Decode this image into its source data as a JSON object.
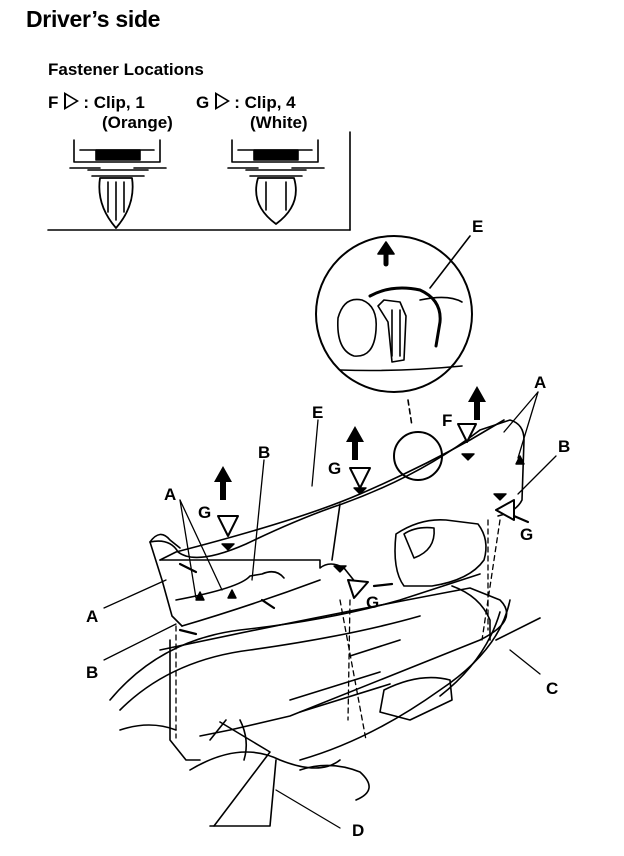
{
  "title": "Driver’s side",
  "fastener_heading": "Fastener Locations",
  "legend": [
    {
      "letter": "F",
      "text": ": Clip, 1",
      "color": "(Orange)"
    },
    {
      "letter": "G",
      "text": ": Clip, 4",
      "color": "(White)"
    }
  ],
  "callouts": {
    "A": "A",
    "B": "B",
    "C": "C",
    "D": "D",
    "E": "E",
    "F": "F",
    "G": "G"
  }
}
